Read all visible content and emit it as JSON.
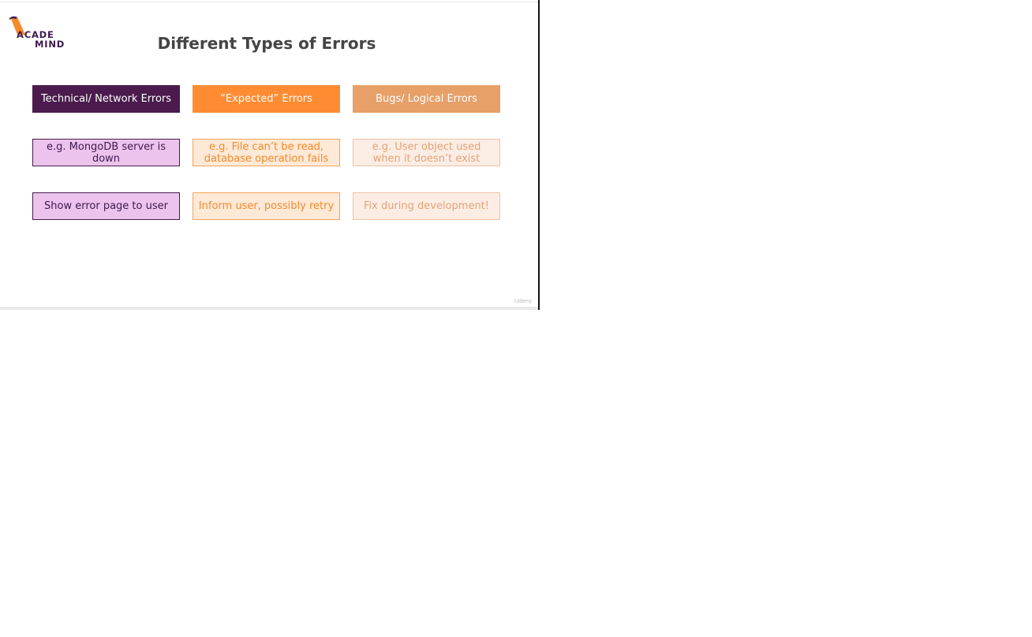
{
  "logo": {
    "line1": "ACADE",
    "line2": "MIND"
  },
  "title": "Different Types of Errors",
  "columns": [
    {
      "header": "Technical/ Network Errors",
      "example": "e.g. MongoDB server is down",
      "action": "Show error page to user"
    },
    {
      "header": "“Expected” Errors",
      "example": "e.g. File can’t be read, database operation fails",
      "action": "Inform user, possibly retry"
    },
    {
      "header": "Bugs/ Logical Errors",
      "example": "e.g. User object used when it doesn’t exist",
      "action": "Fix during development!"
    }
  ],
  "watermark": "Udemy",
  "colors": {
    "purple": "#4a1b4c",
    "orange": "#ff8c33",
    "tan": "#e6a068",
    "light_purple": "#ecc3ec",
    "light_orange": "#fde9d6",
    "light_tan": "#fbede4"
  }
}
